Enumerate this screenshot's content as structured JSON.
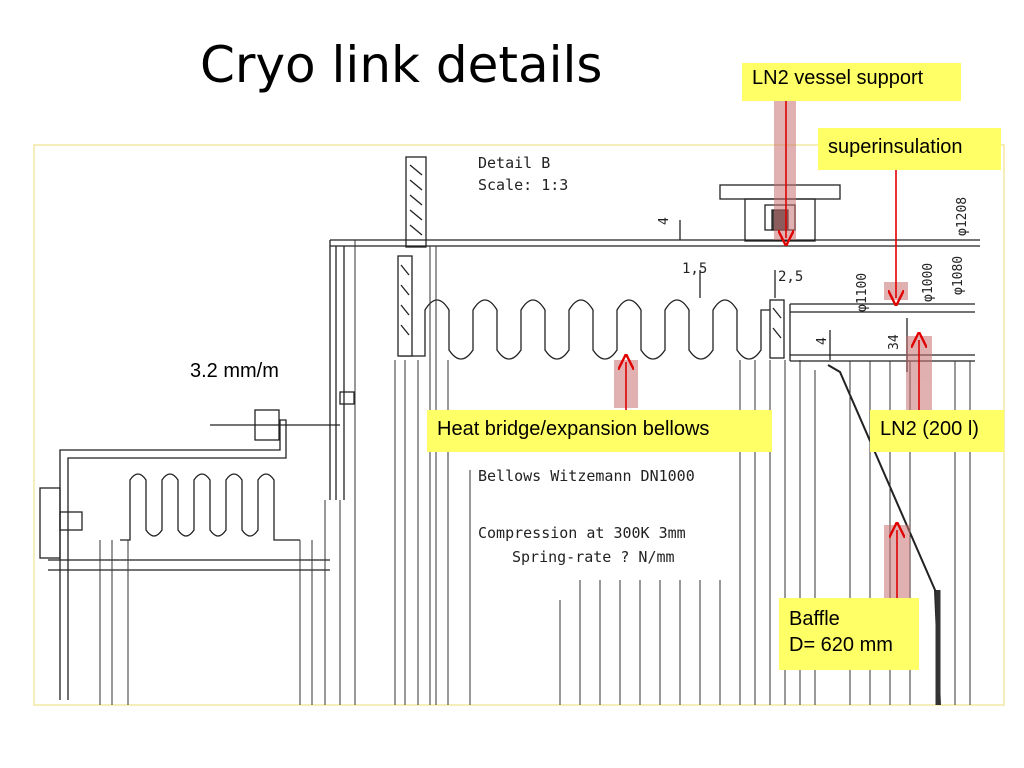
{
  "title": "Cryo link details",
  "drawing": {
    "detail_label": "Detail B",
    "scale_label": "Scale:  1:3",
    "notes": {
      "bellows": "Bellows Witzemann DN1000",
      "compression": "Compression at 300K 3mm",
      "spring_rate": "Spring-rate ? N/mm"
    },
    "dimensions": {
      "d4_top": "4",
      "d1_5": "1,5",
      "d2_5": "2,5",
      "d4_lower": "4",
      "d34": "34",
      "phi1100": "φ1100",
      "phi1000": "φ1000",
      "phi1080": "φ1080",
      "phi1208": "φ1208"
    }
  },
  "labels": {
    "slope": "3.2 mm/m"
  },
  "callouts": {
    "ln2_vessel_support": "LN2 vessel support",
    "superinsulation": "superinsulation",
    "heat_bridge": "Heat bridge/expansion bellows",
    "ln2": "LN2 (200 l)",
    "baffle_line1": "Baffle",
    "baffle_line2": "D= 620 mm"
  },
  "colors": {
    "callout_bg": "#ffff66",
    "arrow": "#e00000",
    "arrow_glow": "#c87070",
    "drawing_line": "#222222",
    "frame": "#f2e8a0"
  }
}
